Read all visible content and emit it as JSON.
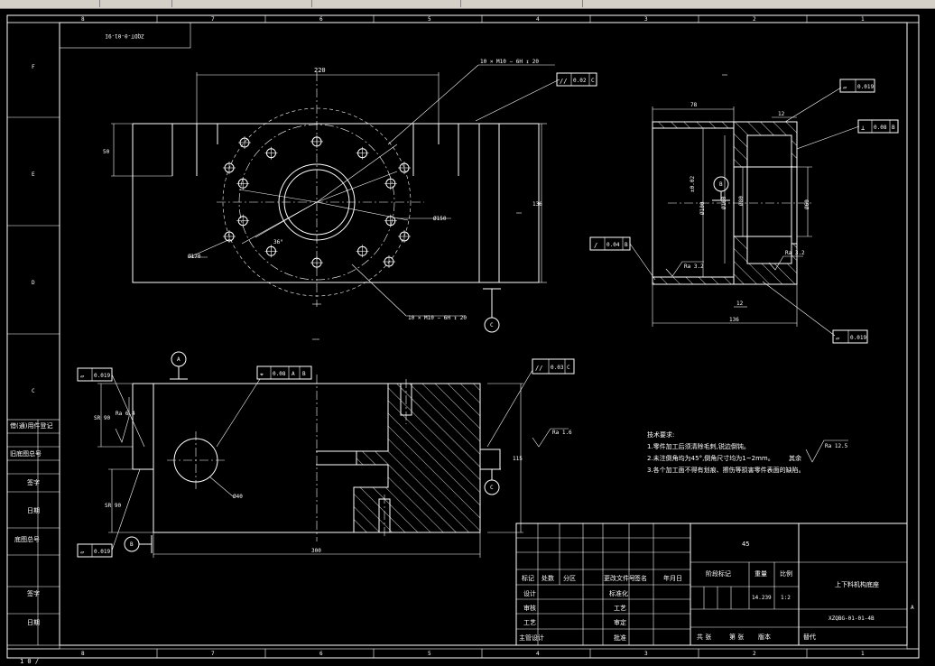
{
  "app": {
    "toolbar_tabs": [
      "",
      "",
      "",
      "",
      "",
      ""
    ]
  },
  "border": {
    "columns_top": [
      "8",
      "7",
      "6",
      "5",
      "4",
      "3",
      "2",
      "1"
    ],
    "columns_bottom": [
      "8",
      "7",
      "6",
      "5",
      "4",
      "3",
      "2",
      "1"
    ],
    "rows_left": [
      "F",
      "E",
      "D",
      "C"
    ],
    "rows_right": [
      "A"
    ]
  },
  "drawing_number_box": "ZQDT-0-01-9I",
  "left_margin_labels": [
    "借(通)用件登记",
    "旧底图总号",
    "签字",
    "日期",
    "底图总号",
    "签字",
    "日期"
  ],
  "top_view": {
    "dim_220": "220",
    "dim_50": "50",
    "dim_136": "136",
    "note_top": "10 × M10 − 6H ↧ 20",
    "note_bottom": "10 × M10 − 6H ↧ 20",
    "dia_150": "Ø150",
    "dia_170": "Ø170",
    "angle_36": "36°",
    "flatness": {
      "symbol": "//",
      "value": "0.02",
      "datum": "C"
    },
    "datum_c": "C"
  },
  "section_view": {
    "dim_78": "78",
    "dim_12_top": "12",
    "dim_12_bottom": "12",
    "dim_136": "136",
    "dia_100": "Ø100",
    "dia_100b": "Ø100",
    "dia_80": "Ø80",
    "dia_60": "Ø60",
    "flat1": {
      "symbol": "▱",
      "value": "0.019"
    },
    "perp": {
      "symbol": "⊥",
      "value": "0.08",
      "datum": "B"
    },
    "par": {
      "symbol": "/",
      "value": "0.04",
      "datum": "B"
    },
    "flat2": {
      "symbol": "▱",
      "value": "0.019"
    },
    "rough1": "Ra 3.2",
    "rough2": "Ra 3.2",
    "datum_b": "B",
    "tol_small": "±0.02"
  },
  "front_view": {
    "flat_left": {
      "symbol": "▱",
      "value": "0.019"
    },
    "flat_left2": {
      "symbol": "▱",
      "value": "0.019"
    },
    "pos": {
      "symbol": "⌖",
      "value": "0.08",
      "datum1": "A",
      "datum2": "B"
    },
    "par_right": {
      "symbol": "//",
      "value": "0.03",
      "datum": "C"
    },
    "datum_a": "A",
    "datum_b": "B",
    "datum_c": "C",
    "dim_300": "300",
    "dim_115": "115",
    "dim_sr90a": "SR 90",
    "dim_sr90b": "SR 90",
    "rough_left": "Ra 6.4",
    "rough_right": "Ra 1.6",
    "dia_40": "Ø40"
  },
  "tech_notes": {
    "title": "技术要求:",
    "lines": [
      "1.零件加工后须清除毛刺,锐边倒钝。",
      "2.未注倒角均为45°,倒角尺寸均为1~2mm。",
      "3.各个加工面不得有划痕、擦伤等损害零件表面的缺陷。"
    ],
    "rest_label": "其余",
    "rest_rough": "Ra 12.5"
  },
  "title_block": {
    "material": "45",
    "header_cells": [
      "标记",
      "处数",
      "分区",
      "更改文件号",
      "签名",
      "年月日"
    ],
    "rows_left": [
      "设计",
      "审核",
      "工艺",
      "主管设计"
    ],
    "rows_mid": [
      "标准化",
      "工艺",
      "审定",
      "批准"
    ],
    "stage_label": "阶段标记",
    "weight_label": "重量",
    "scale_label": "比例",
    "weight": "14.239",
    "scale": "1:2",
    "part_name": "上下料机构底座",
    "drawing_no": "XZQBG-01-01-4B",
    "sheet_total": "共  张",
    "sheet_no": "第  张",
    "version": "版本",
    "replace": "替代"
  },
  "bottom_text": "1 0 ∕"
}
